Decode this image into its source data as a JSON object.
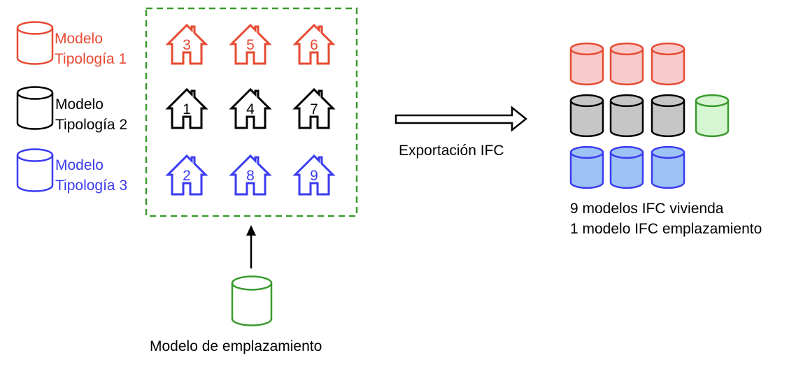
{
  "colors": {
    "red": "#e64a32",
    "black": "#000000",
    "blue": "#3b3bf0",
    "green": "#3a9a2e",
    "red_fill": "#f7cbcb",
    "gray_fill": "#c6c6c6",
    "green_fill": "#d5f6d0",
    "blue_fill": "#9cc2f6"
  },
  "legend": [
    {
      "line1": "Modelo",
      "line2": "Tipología 1",
      "color": "red"
    },
    {
      "line1": "Modelo",
      "line2": "Tipología 2",
      "color": "black"
    },
    {
      "line1": "Modelo",
      "line2": "Tipología 3",
      "color": "blue"
    }
  ],
  "houses": [
    [
      "3",
      "5",
      "6"
    ],
    [
      "1",
      "4",
      "7"
    ],
    [
      "2",
      "8",
      "9"
    ]
  ],
  "site_model_label": "Modelo de emplazamiento",
  "export_label": "Exportación IFC",
  "summary": {
    "line1": "9 modelos IFC vivienda",
    "line2": "1 modelo IFC emplazamiento"
  }
}
